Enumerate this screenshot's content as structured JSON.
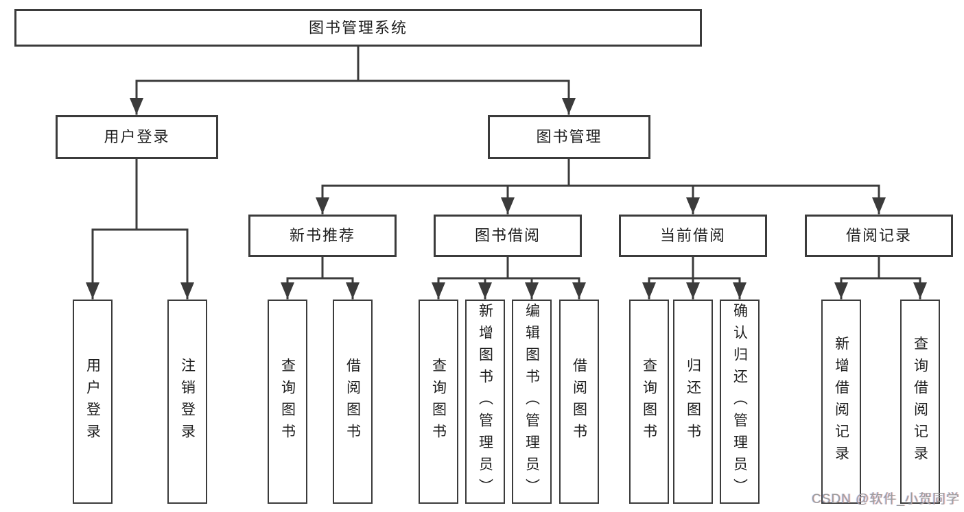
{
  "tree": {
    "root": "图书管理系统",
    "branches": [
      {
        "label": "用户登录",
        "children": [
          {
            "label": "用户登录"
          },
          {
            "label": "注销登录"
          }
        ]
      },
      {
        "label": "图书管理",
        "children": [
          {
            "label": "新书推荐",
            "children": [
              {
                "label": "查询图书"
              },
              {
                "label": "借阅图书"
              }
            ]
          },
          {
            "label": "图书借阅",
            "children": [
              {
                "label": "查询图书"
              },
              {
                "label": "新增图书（管理员）"
              },
              {
                "label": "编辑图书（管理员）"
              },
              {
                "label": "借阅图书"
              }
            ]
          },
          {
            "label": "当前借阅",
            "children": [
              {
                "label": "查询图书"
              },
              {
                "label": "归还图书"
              },
              {
                "label": "确认归还（管理员）"
              }
            ]
          },
          {
            "label": "借阅记录",
            "children": [
              {
                "label": "新增借阅记录"
              },
              {
                "label": "查询借阅记录"
              }
            ]
          }
        ]
      }
    ]
  },
  "watermark": "CSDN @软件_小贺同学",
  "colors": {
    "line": "#3b3b3b",
    "text": "#1e1e1e",
    "watermark": "#9e9e9e",
    "background": "#ffffff"
  }
}
